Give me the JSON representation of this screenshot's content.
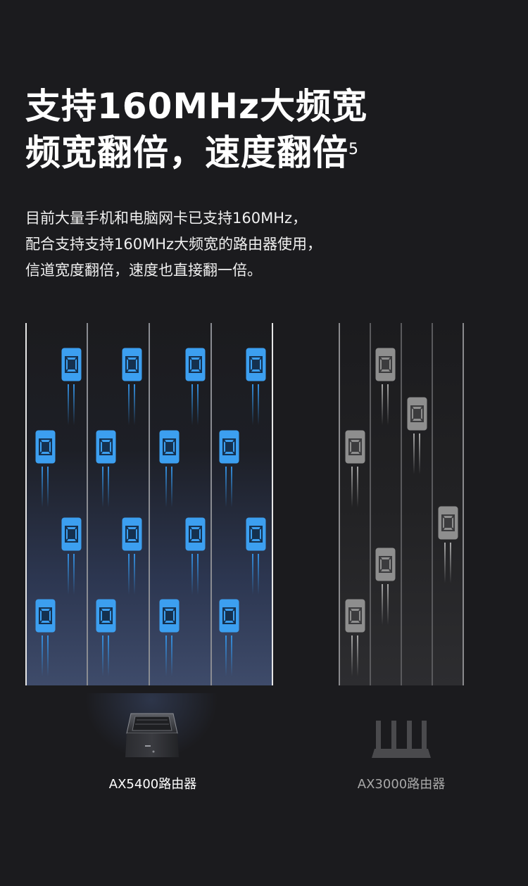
{
  "headline": {
    "line1": "支持160MHz大频宽",
    "line2": "频宽翻倍，速度翻倍",
    "footnote": "5"
  },
  "description": {
    "lines": [
      "目前大量手机和电脑网卡已支持160MHz，",
      "配合支持支持160MHz大频宽的路由器使用，",
      "信道宽度翻倍，速度也直接翻一倍。"
    ]
  },
  "comparison": {
    "left": {
      "label": "AX5400路由器",
      "lanes": 4,
      "car_color": "#3c9ff0",
      "icon": "car-icon"
    },
    "right": {
      "label": "AX3000路由器",
      "lanes": 4,
      "car_color": "#8e8e8e",
      "icon": "car-icon"
    }
  },
  "colors": {
    "background": "#1b1b1e",
    "accent_blue": "#3c9ff0",
    "muted_gray": "#8e8e8e"
  }
}
